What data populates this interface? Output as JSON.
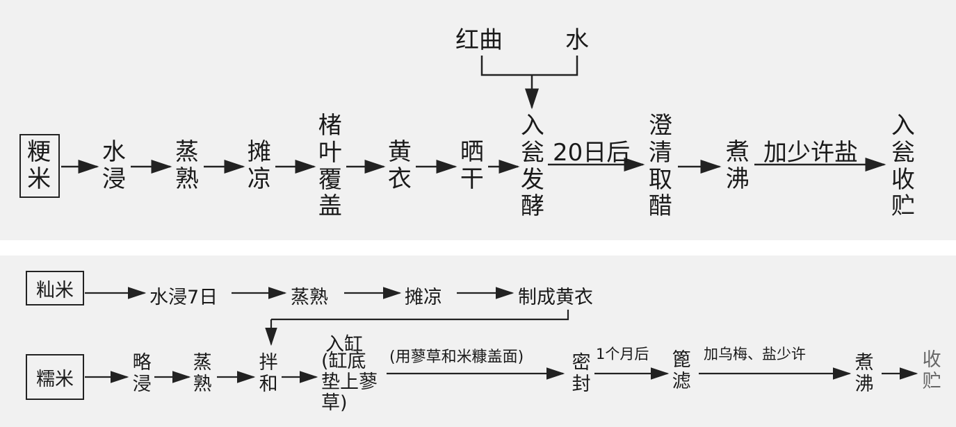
{
  "top": {
    "start": "粳米",
    "steps": [
      "水浸",
      "蒸熟",
      "摊凉",
      "楮叶覆盖",
      "黄衣",
      "晒干",
      "入瓮发酵",
      "澄清取醋",
      "煮沸",
      "入瓮收贮"
    ],
    "inputs": [
      "红曲",
      "水"
    ],
    "label_after_ferment": "20日后",
    "label_after_boil": "加少许盐"
  },
  "bottom": {
    "row1_start": "籼米",
    "row1_steps": [
      "水浸7日",
      "蒸熟",
      "摊凉",
      "制成黄衣"
    ],
    "row2_start": "糯米",
    "row2_steps": [
      "略浸",
      "蒸熟",
      "拌和"
    ],
    "vat": "入缸",
    "vat_note": "(缸底垫上蓼草)",
    "cover_label": "(用蓼草和米糠盖面)",
    "seal": "密封",
    "month_label": "1个月后",
    "filter": "篦滤",
    "add_label": "加乌梅、盐少许",
    "boil": "煮沸",
    "store": "收贮"
  }
}
